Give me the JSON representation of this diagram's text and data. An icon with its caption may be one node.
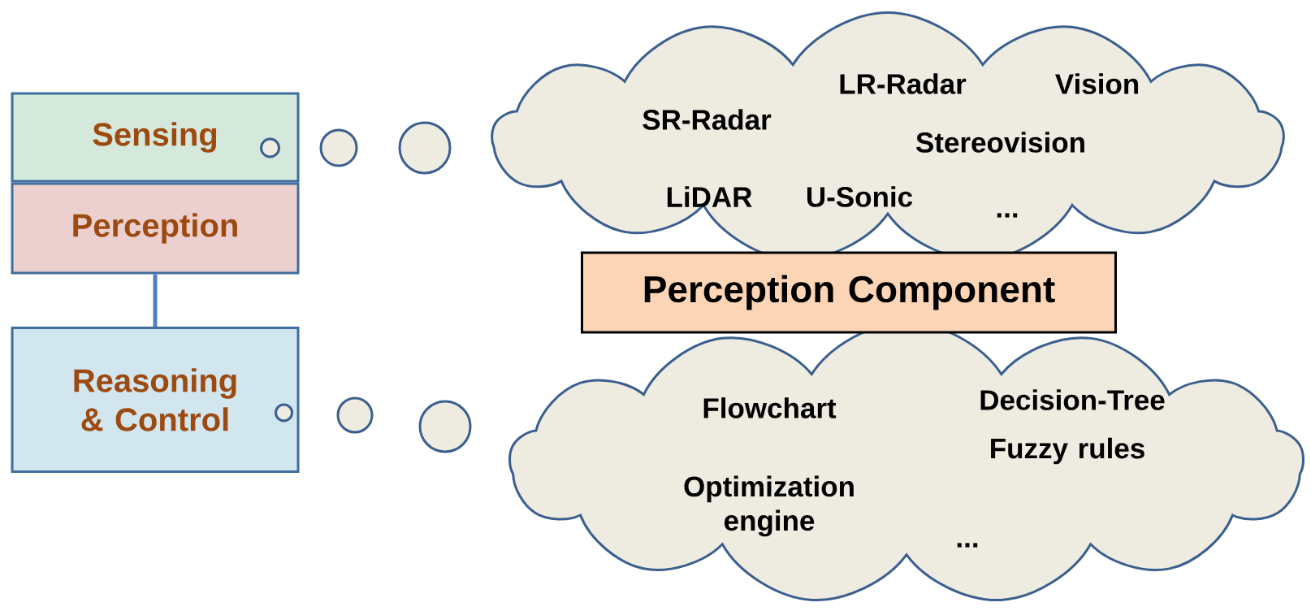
{
  "diagram": {
    "nodes": [
      {
        "text": [
          "Sensing"
        ]
      },
      {
        "text": [
          "Perception"
        ]
      },
      {
        "text": [
          "Reasoning & Control"
        ]
      },
      {
        "text": [
          "LR-Radar",
          "Vision",
          "SR-Radar",
          "Stereovision",
          "LiDAR",
          "U-Sonic",
          "..."
        ]
      },
      {
        "text": [
          "Perception Component"
        ]
      },
      {
        "text": [
          "Decision-Tree",
          "Flowchart",
          "Fuzzy rules",
          "Optimization engine",
          "..."
        ]
      },
      {
        "text": [],
        "shape": "circle",
        "in": 0
      },
      {
        "text": [],
        "shape": "circle"
      },
      {
        "text": [],
        "shape": "circle"
      },
      {
        "text": [],
        "shape": "circle",
        "in": 2
      },
      {
        "text": [],
        "shape": "circle"
      },
      {
        "text": [],
        "shape": "circle"
      }
    ],
    "edges": [
      {
        "from": 1,
        "to": 2,
        "arrow": "none"
      }
    ]
  }
}
